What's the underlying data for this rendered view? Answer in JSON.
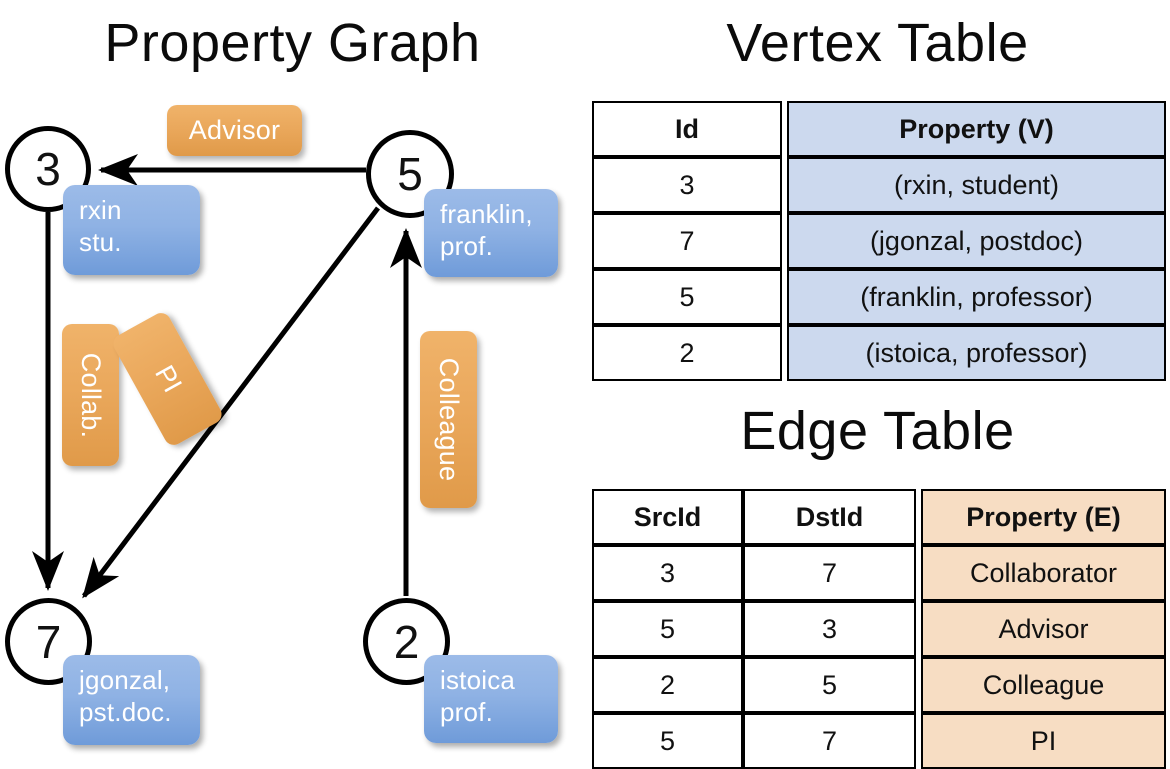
{
  "titles": {
    "property_graph": "Property Graph",
    "vertex_table": "Vertex Table",
    "edge_table": "Edge Table"
  },
  "colors": {
    "vertex_property_fill": "#ccd9ee",
    "edge_property_fill": "#f7ddc3",
    "vertex_callout": "#8fb2e4",
    "edge_callout": "#eaa85c",
    "stroke": "#000000",
    "background": "#ffffff"
  },
  "graph": {
    "nodes": [
      {
        "id": "3",
        "label": "3",
        "property_line1": "rxin",
        "property_line2": "stu."
      },
      {
        "id": "5",
        "label": "5",
        "property_line1": "franklin,",
        "property_line2": "prof."
      },
      {
        "id": "7",
        "label": "7",
        "property_line1": "jgonzal,",
        "property_line2": "pst.doc."
      },
      {
        "id": "2",
        "label": "2",
        "property_line1": "istoica",
        "property_line2": "prof."
      }
    ],
    "edge_labels": [
      {
        "id": "advisor",
        "text": "Advisor",
        "orientation": "horizontal"
      },
      {
        "id": "collab",
        "text": "Collab.",
        "orientation": "vertical"
      },
      {
        "id": "pi",
        "text": "PI",
        "orientation": "diagonal"
      },
      {
        "id": "colleague",
        "text": "Colleague",
        "orientation": "vertical"
      }
    ],
    "edges": [
      {
        "src": "5",
        "dst": "3",
        "label": "Advisor"
      },
      {
        "src": "3",
        "dst": "7",
        "label": "Collab."
      },
      {
        "src": "5",
        "dst": "7",
        "label": "PI"
      },
      {
        "src": "2",
        "dst": "5",
        "label": "Colleague"
      }
    ]
  },
  "vertex_table": {
    "headers": [
      "Id",
      "Property (V)"
    ],
    "rows": [
      {
        "id": "3",
        "property": "(rxin, student)"
      },
      {
        "id": "7",
        "property": "(jgonzal, postdoc)"
      },
      {
        "id": "5",
        "property": "(franklin, professor)"
      },
      {
        "id": "2",
        "property": "(istoica, professor)"
      }
    ]
  },
  "edge_table": {
    "headers": [
      "SrcId",
      "DstId",
      "Property (E)"
    ],
    "rows": [
      {
        "src": "3",
        "dst": "7",
        "property": "Collaborator"
      },
      {
        "src": "5",
        "dst": "3",
        "property": "Advisor"
      },
      {
        "src": "2",
        "dst": "5",
        "property": "Colleague"
      },
      {
        "src": "5",
        "dst": "7",
        "property": "PI"
      }
    ]
  }
}
